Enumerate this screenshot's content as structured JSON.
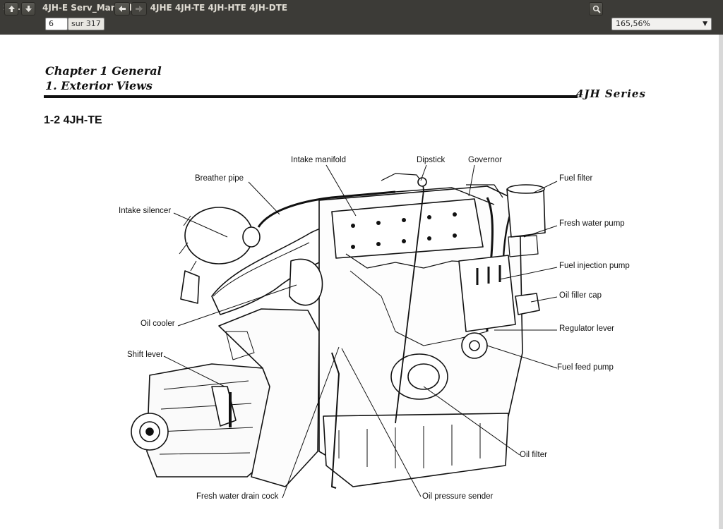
{
  "window": {
    "title": "4JH-E Serv_Man.pdf — 4JHE 4JH-TE 4JH-HTE 4JH-DTE"
  },
  "toolbar": {
    "page_current": "6",
    "page_total": "sur 317",
    "zoom": "165,56%"
  },
  "document": {
    "chapter_line1": "Chapter 1 General",
    "chapter_line2": "1. Exterior Views",
    "series": "4JH  Series",
    "section": "1-2 4JH-TE",
    "labels": {
      "intake_manifold": "Intake manifold",
      "dipstick": "Dipstick",
      "governor": "Governor",
      "breather_pipe": "Breather pipe",
      "fuel_filter": "Fuel filter",
      "intake_silencer": "Intake silencer",
      "fresh_water_pump": "Fresh water pump",
      "fuel_injection_pump": "Fuel injection pump",
      "oil_filler_cap": "Oil filler cap",
      "oil_cooler": "Oil cooler",
      "regulator_lever": "Regulator lever",
      "shift_lever": "Shift lever",
      "fuel_feed_pump": "Fuel feed pump",
      "oil_filter": "Oil filter",
      "fresh_water_drain_cock": "Fresh water drain cock",
      "oil_pressure_sender": "Oil pressure sender"
    }
  }
}
